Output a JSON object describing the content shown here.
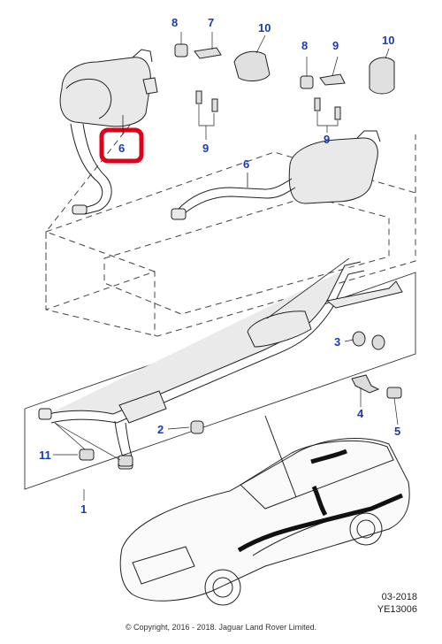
{
  "callouts": {
    "c1": "1",
    "c2": "2",
    "c3": "3",
    "c4": "4",
    "c5": "5",
    "c6a": "6",
    "c6b": "6",
    "c7": "7",
    "c8a": "8",
    "c8b": "8",
    "c9a": "9",
    "c9b": "9",
    "c9c": "9",
    "c10a": "10",
    "c10b": "10",
    "c11": "11"
  },
  "footer": {
    "date_code": "03-2018",
    "ref_code": "YE13006",
    "copyright": "© Copyright, 2016 - 2018. Jaguar Land Rover Limited."
  },
  "colors": {
    "callout": "#1a3bb8",
    "highlight": "#e0001a",
    "line": "#222222",
    "part_fill": "#e9e9e9"
  }
}
